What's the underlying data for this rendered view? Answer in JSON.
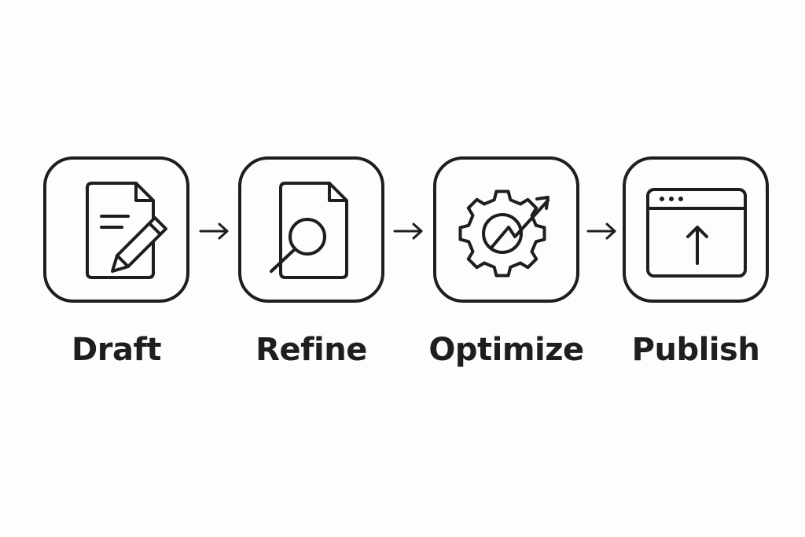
{
  "diagram": {
    "steps": [
      {
        "label": "Draft",
        "icon": "document-pencil-icon"
      },
      {
        "label": "Refine",
        "icon": "document-magnifier-icon"
      },
      {
        "label": "Optimize",
        "icon": "gear-trend-arrow-icon"
      },
      {
        "label": "Publish",
        "icon": "browser-upload-icon"
      }
    ],
    "connector_icon": "right-arrow-icon",
    "colors": {
      "stroke": "#1e1e1e",
      "background": "#fdfdfd"
    }
  }
}
